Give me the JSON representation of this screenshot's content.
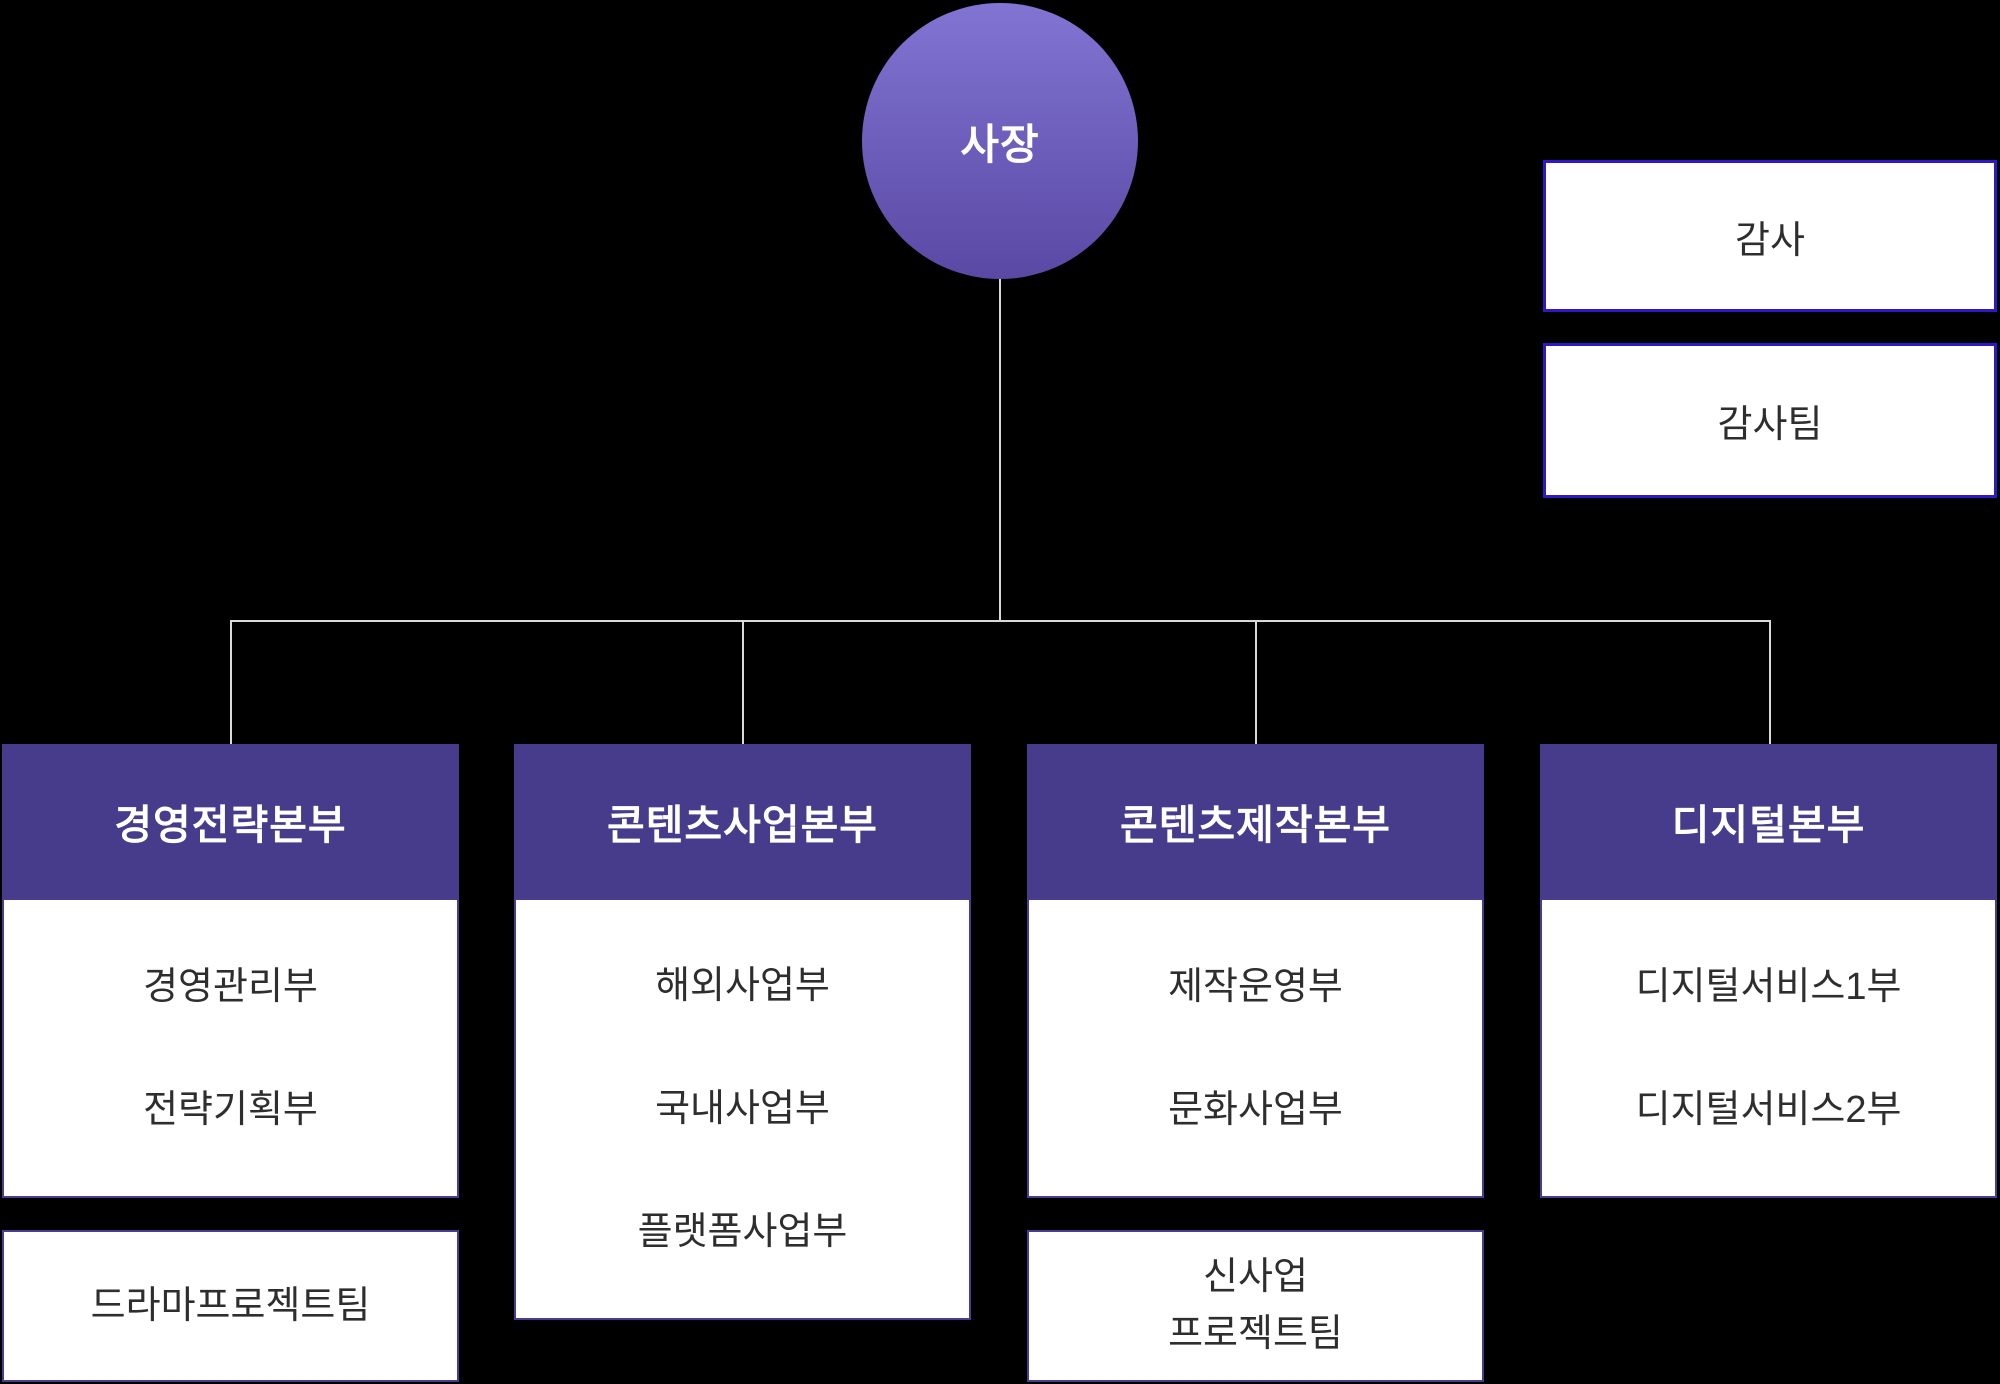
{
  "org_chart": {
    "root": {
      "label": "사장"
    },
    "audit_boxes": [
      {
        "label": "감사"
      },
      {
        "label": "감사팀"
      }
    ],
    "divisions": [
      {
        "title": "경영전략본부",
        "departments": [
          "경영관리부",
          "전략기획부"
        ],
        "sub_team": "드라마프로젝트팀"
      },
      {
        "title": "콘텐츠사업본부",
        "departments": [
          "해외사업부",
          "국내사업부",
          "플랫폼사업부"
        ],
        "sub_team": null
      },
      {
        "title": "콘텐츠제작본부",
        "departments": [
          "제작운영부",
          "문화사업부"
        ],
        "sub_team": "신사업\n프로젝트팀"
      },
      {
        "title": "디지털본부",
        "departments": [
          "디지털서비스1부",
          "디지털서비스2부"
        ],
        "sub_team": null
      }
    ],
    "colors": {
      "background": "#000000",
      "header_purple": "#473b8c",
      "circle_gradient_top": "#8174d3",
      "circle_gradient_bottom": "#5a49a4",
      "division_border": "#4a3d90",
      "audit_border": "#2f18c7",
      "connector_line": "#d9d9d9",
      "body_text": "#2e2e2e",
      "header_text": "#ffffff"
    }
  }
}
